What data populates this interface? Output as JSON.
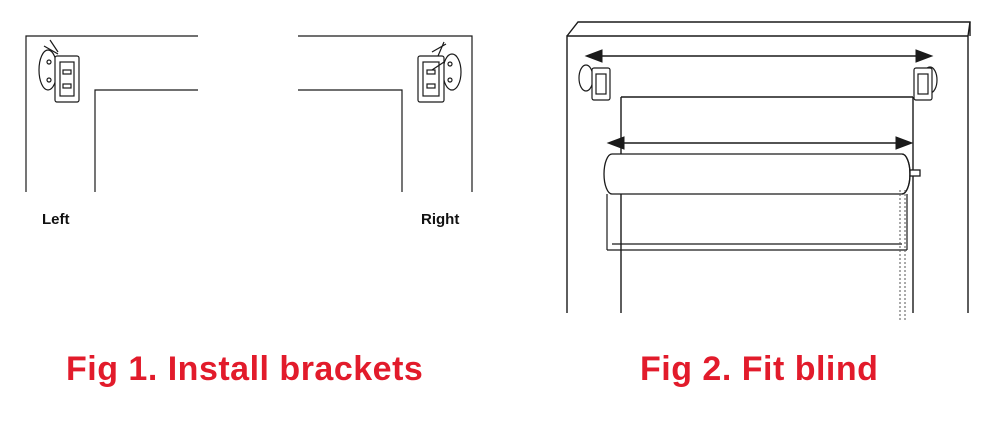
{
  "fig1": {
    "left_label": "Left",
    "right_label": "Right",
    "caption": "Fig 1. Install brackets"
  },
  "fig2": {
    "caption": "Fig 2. Fit blind"
  },
  "colors": {
    "caption": "#e21b2b",
    "line": "#1a1a1a"
  },
  "icons": {
    "bracket": "bracket-icon",
    "arrow": "double-arrow-icon"
  }
}
